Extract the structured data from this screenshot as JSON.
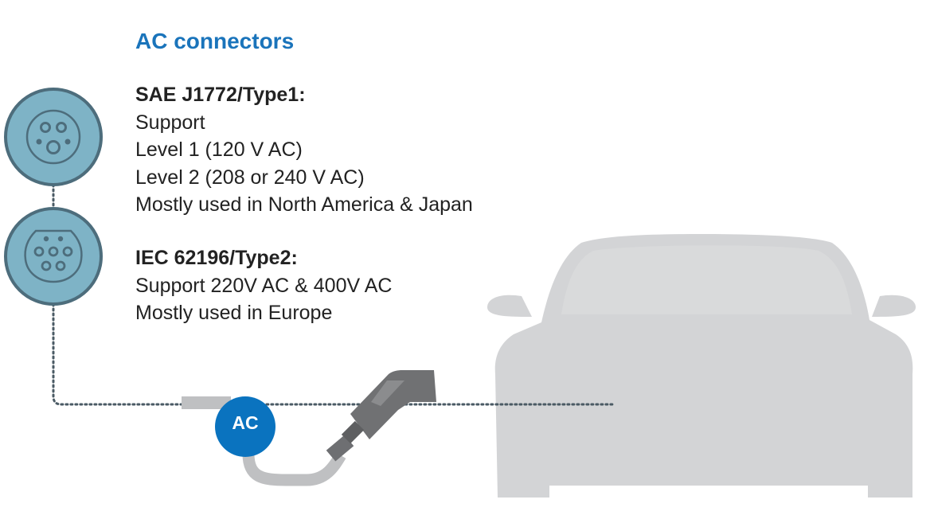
{
  "title": "AC connectors",
  "connectors": [
    {
      "heading": "SAE J1772/Type1:",
      "lines": [
        "Support",
        "Level 1 (120 V AC)",
        "Level 2 (208 or 240 V AC)",
        "Mostly used in North America & Japan"
      ],
      "icon": "type1-plug-icon"
    },
    {
      "heading": "IEC 62196/Type2:",
      "lines": [
        "Support 220V AC & 400V AC",
        "Mostly used in Europe"
      ],
      "icon": "type2-plug-icon"
    }
  ],
  "badge": {
    "label": "AC",
    "color": "#0a73bf"
  },
  "colors": {
    "title": "#1a74bb",
    "icon_fill": "#7eb3c6",
    "icon_ring": "#4d6d7c",
    "car": "#d3d4d6",
    "cable": "#bfc0c2"
  },
  "icons": [
    "car-silhouette-icon",
    "charging-gun-icon"
  ]
}
